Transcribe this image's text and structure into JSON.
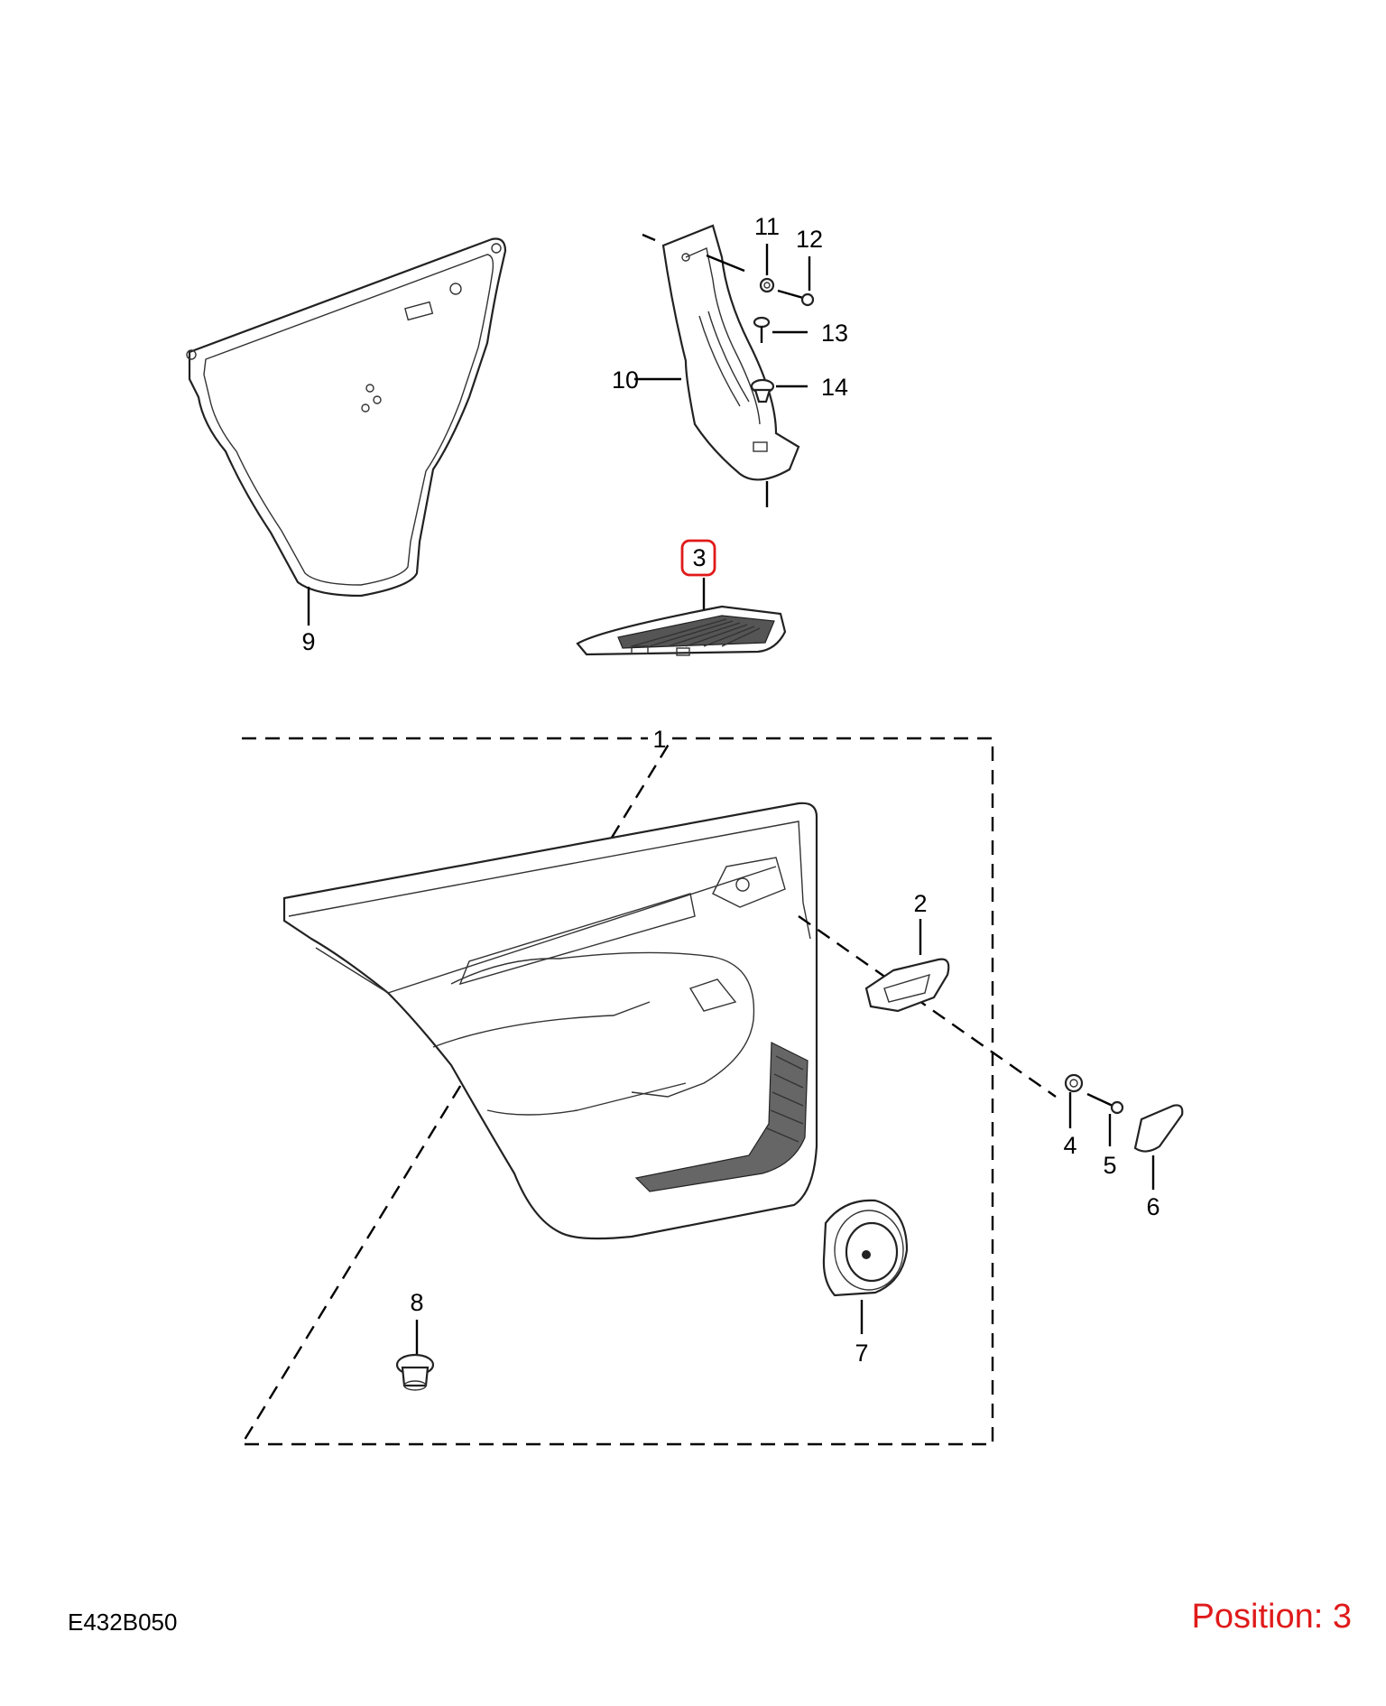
{
  "diagram": {
    "code": "E432B050",
    "position_label": "Position: 3",
    "highlight_color": "#e01a1a",
    "callouts": {
      "c1": "1",
      "c2": "2",
      "c3": "3",
      "c4": "4",
      "c5": "5",
      "c6": "6",
      "c7": "7",
      "c8": "8",
      "c9": "9",
      "c10": "10",
      "c11": "11",
      "c12": "12",
      "c13": "13",
      "c14": "14"
    },
    "highlighted_callout": "3"
  }
}
